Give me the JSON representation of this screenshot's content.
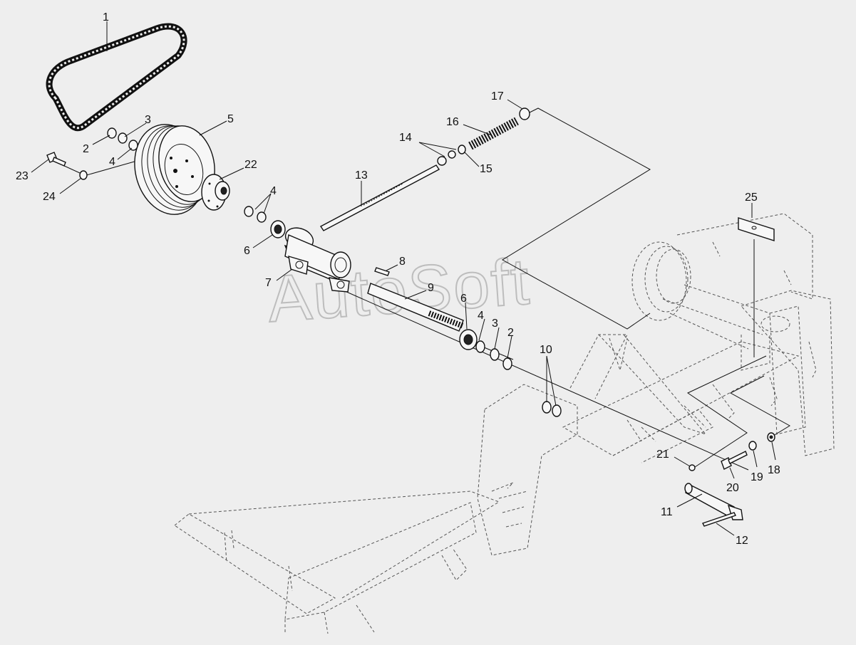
{
  "watermark": "AutoSoft",
  "callouts": [
    {
      "id": "c1",
      "text": "1"
    },
    {
      "id": "c2a",
      "text": "2"
    },
    {
      "id": "c3a",
      "text": "3"
    },
    {
      "id": "c4a",
      "text": "4"
    },
    {
      "id": "c5",
      "text": "5"
    },
    {
      "id": "c22",
      "text": "22"
    },
    {
      "id": "c23",
      "text": "23"
    },
    {
      "id": "c24",
      "text": "24"
    },
    {
      "id": "c4b",
      "text": "4"
    },
    {
      "id": "c6a",
      "text": "6"
    },
    {
      "id": "c7",
      "text": "7"
    },
    {
      "id": "c13",
      "text": "13"
    },
    {
      "id": "c14",
      "text": "14"
    },
    {
      "id": "c15",
      "text": "15"
    },
    {
      "id": "c16",
      "text": "16"
    },
    {
      "id": "c17",
      "text": "17"
    },
    {
      "id": "c8",
      "text": "8"
    },
    {
      "id": "c9",
      "text": "9"
    },
    {
      "id": "c6b",
      "text": "6"
    },
    {
      "id": "c4c",
      "text": "4"
    },
    {
      "id": "c3b",
      "text": "3"
    },
    {
      "id": "c2b",
      "text": "2"
    },
    {
      "id": "c10",
      "text": "10"
    },
    {
      "id": "c25",
      "text": "25"
    },
    {
      "id": "c21",
      "text": "21"
    },
    {
      "id": "c20",
      "text": "20"
    },
    {
      "id": "c19",
      "text": "19"
    },
    {
      "id": "c18",
      "text": "18"
    },
    {
      "id": "c11",
      "text": "11"
    },
    {
      "id": "c12",
      "text": "12"
    }
  ]
}
